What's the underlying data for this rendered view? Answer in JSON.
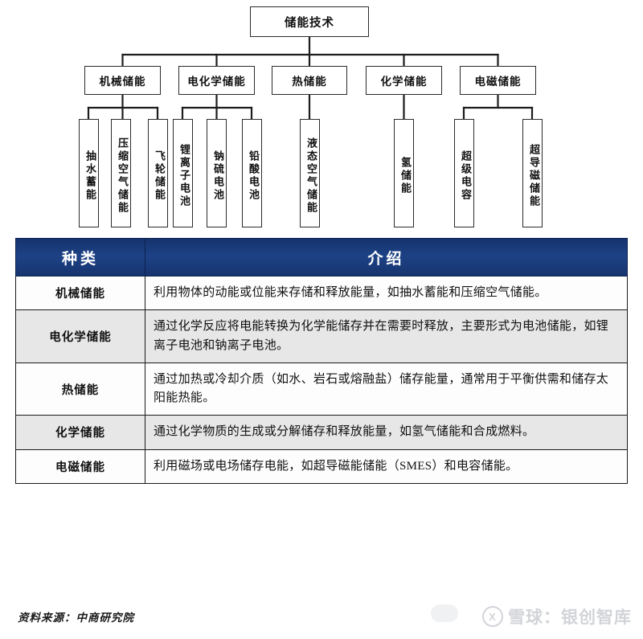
{
  "diagram": {
    "root": {
      "label": "储能技术"
    },
    "level2": [
      {
        "label": "机械储能"
      },
      {
        "label": "电化学储能"
      },
      {
        "label": "热储能"
      },
      {
        "label": "化学储能"
      },
      {
        "label": "电磁储能"
      }
    ],
    "leaves": [
      {
        "label": "抽水蓄能",
        "parent": "机械储能"
      },
      {
        "label": "压缩空气储能",
        "parent": "机械储能"
      },
      {
        "label": "飞轮储能",
        "parent": "机械储能"
      },
      {
        "label": "锂离子电池",
        "parent": "电化学储能"
      },
      {
        "label": "钠硫电池",
        "parent": "电化学储能"
      },
      {
        "label": "铅酸电池",
        "parent": "电化学储能"
      },
      {
        "label": "液态空气储能",
        "parent": "热储能"
      },
      {
        "label": "氢储能",
        "parent": "化学储能"
      },
      {
        "label": "超级电容",
        "parent": "电磁储能"
      },
      {
        "label": "超导磁储能",
        "parent": "电磁储能"
      }
    ]
  },
  "table": {
    "headers": [
      "种类",
      "介绍"
    ],
    "rows": [
      {
        "type": "机械储能",
        "desc": "利用物体的动能或位能来存储和释放能量，如抽水蓄能和压缩空气储能。"
      },
      {
        "type": "电化学储能",
        "desc": "通过化学反应将电能转换为化学能储存并在需要时释放，主要形式为电池储能，如锂离子电池和钠离子电池。"
      },
      {
        "type": "热储能",
        "desc": "通过加热或冷却介质（如水、岩石或熔融盐）储存能量，通常用于平衡供需和储存太阳能热能。"
      },
      {
        "type": "化学储能",
        "desc": "通过化学物质的生成或分解储存和释放能量，如氢气储能和合成燃料。"
      },
      {
        "type": "电磁储能",
        "desc": "利用磁场或电场储存电能，如超导磁能储能（SMES）和电容储能。"
      }
    ]
  },
  "footer": {
    "source": "资料来源：中商研究院",
    "watermark_logo": "X",
    "watermark_text": "雪球：银创智库"
  },
  "colors": {
    "header_blue": "#1d4285",
    "header_blue_dark": "#16336e",
    "row_alt": "#e7e7e7",
    "border": "#1b1b1b"
  }
}
